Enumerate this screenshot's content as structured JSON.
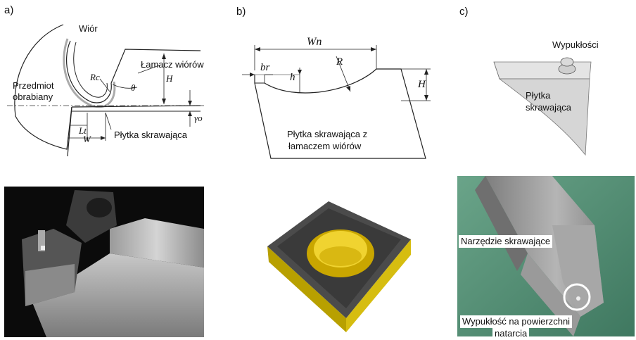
{
  "panels": {
    "a": {
      "letter": "a)",
      "labels": {
        "chip": "Wiór",
        "chip_breaker": "Łamacz wiórów",
        "workpiece_line1": "Przedmiot",
        "workpiece_line2": "obrabiany",
        "insert": "Płytka skrawająca",
        "rc": "Rc",
        "theta": "θ",
        "h_big": "H",
        "gamma": "γo",
        "lt": "Lt",
        "w": "W"
      }
    },
    "b": {
      "letter": "b)",
      "labels": {
        "wn": "Wn",
        "r": "R",
        "br": "br",
        "h_small": "h",
        "h_big": "H",
        "insert_line1": "Płytka skrawająca z",
        "insert_line2": "łamaczem wiórów"
      }
    },
    "c": {
      "letter": "c)",
      "labels": {
        "bumps": "Wypukłości",
        "insert_line1": "Płytka",
        "insert_line2": "skrawająca",
        "tool": "Narzędzie skrawające",
        "bump_surface_line1": "Wypukłość na powierzchni",
        "bump_surface_line2": "natarcia"
      }
    }
  }
}
